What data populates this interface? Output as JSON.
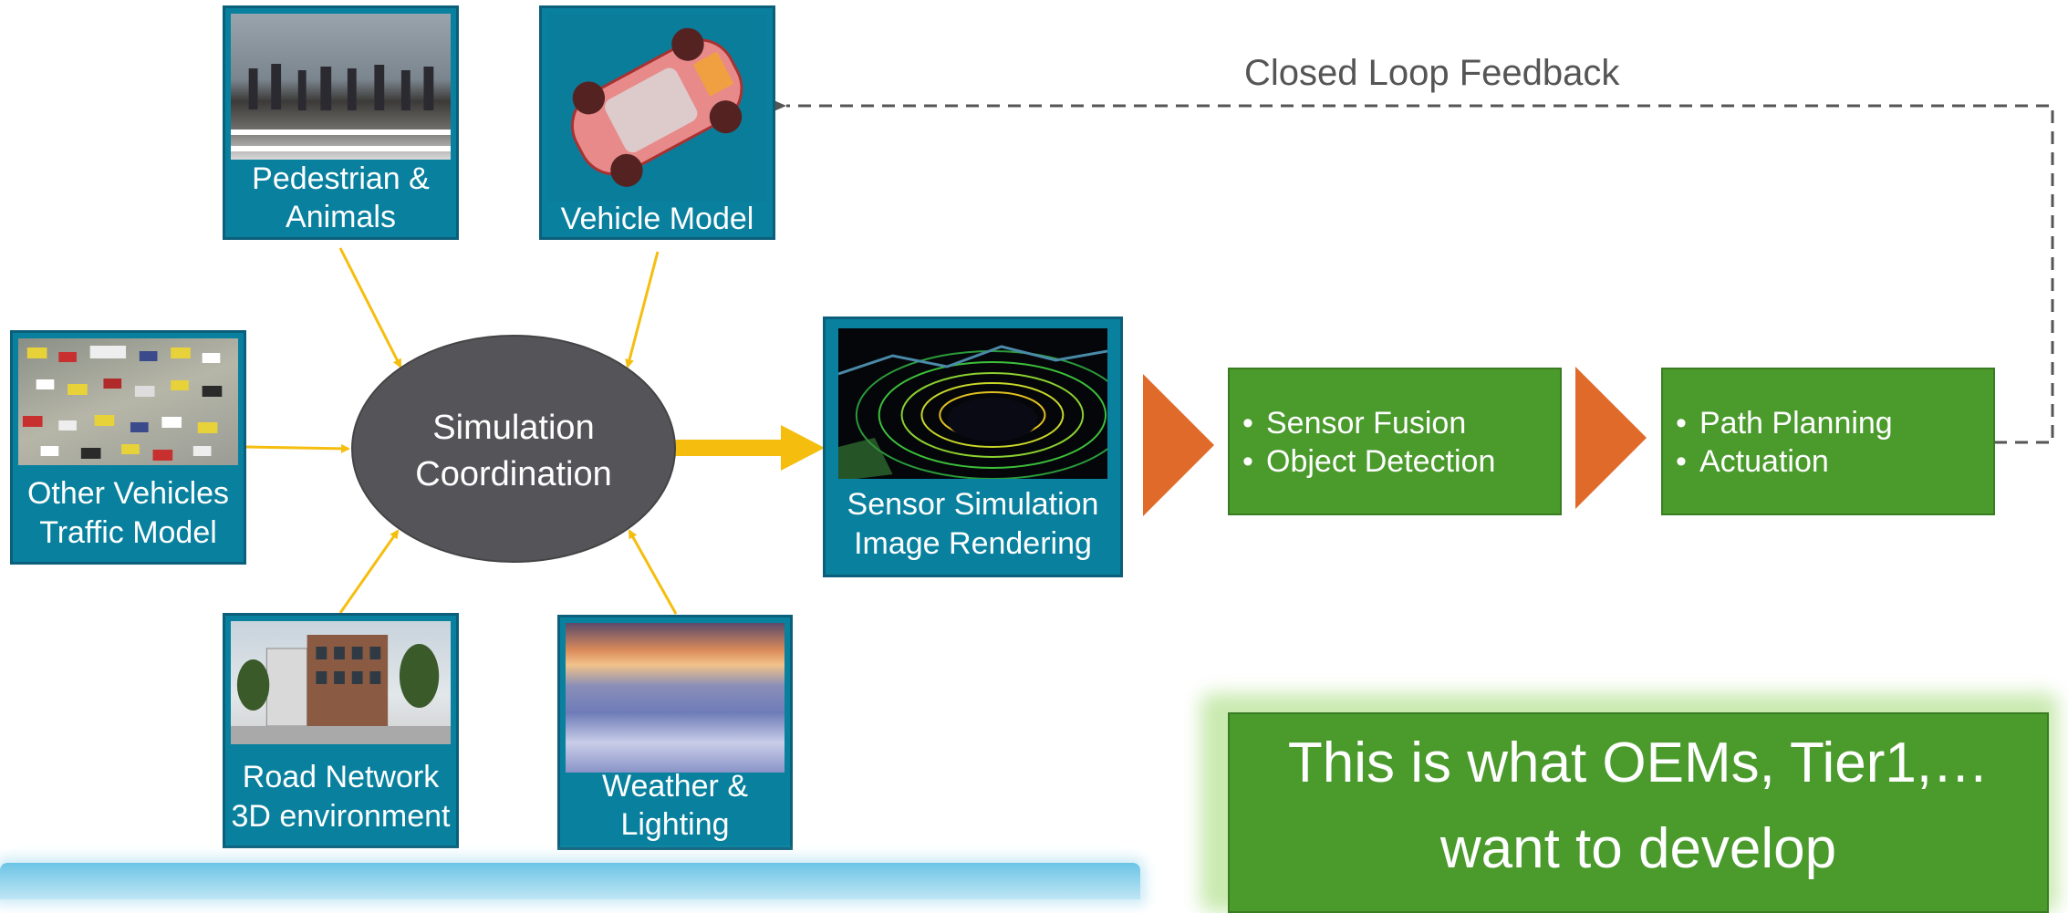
{
  "sources": {
    "pedestrian": {
      "line1": "Pedestrian &",
      "line2": "Animals",
      "image": "pedestrians-crossing-photo"
    },
    "vehicle": {
      "line1": "Vehicle Model",
      "image": "car-xray-render"
    },
    "traffic": {
      "line1": "Other Vehicles",
      "line2": "Traffic Model",
      "image": "traffic-jam-photo"
    },
    "road": {
      "line1": "Road Network",
      "line2": "3D environment",
      "image": "building-street-render"
    },
    "weather": {
      "line1": "Weather &",
      "line2": "Lighting",
      "image": "cloud-sunset-photo"
    }
  },
  "hub": {
    "line1": "Simulation",
    "line2": "Coordination"
  },
  "sensor": {
    "line1": "Sensor Simulation",
    "line2": "Image Rendering",
    "image": "lidar-point-cloud-image"
  },
  "fusion": {
    "items": [
      "Sensor Fusion",
      "Object Detection"
    ]
  },
  "planning": {
    "items": [
      "Path Planning",
      "Actuation"
    ]
  },
  "feedback": {
    "label": "Closed Loop Feedback"
  },
  "callout": {
    "line1": "This is what OEMs, Tier1,…",
    "line2": "want to develop"
  },
  "colors": {
    "tile": "#08809e",
    "green": "#4a9a2c",
    "hub": "#555559",
    "arrow": "#f5be0f",
    "chevron": "#e06a2a"
  }
}
